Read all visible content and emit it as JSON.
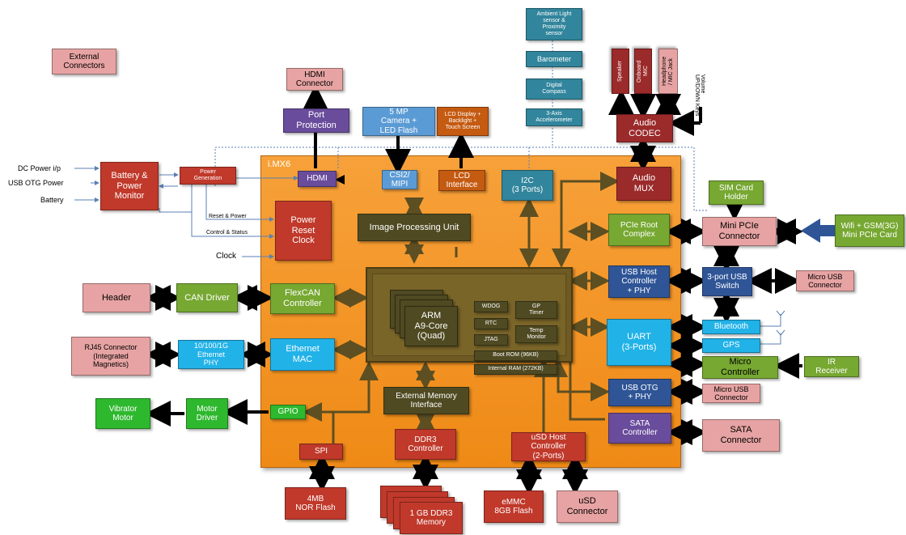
{
  "soc_title": "i.MX6",
  "labels": {
    "external_connectors": "External\nConnectors",
    "dc_power": "DC Power i/p",
    "usb_otg_power": "USB OTG Power",
    "battery": "Battery",
    "reset_power": "Reset & Power",
    "control_status": "Control & Status",
    "clock": "Clock",
    "volume_keys": "Volume\nUP/DOWN Keys"
  },
  "blocks": {
    "hdmi_connector": "HDMI\nConnector",
    "port_protection": "Port\nProtection",
    "hdmi": "HDMI",
    "camera": "5 MP\nCamera +\nLED Flash",
    "csi2": "CSI2/\nMIPI",
    "lcd_display": "LCD Display +\nBacklight +\nTouch Screen",
    "lcd_interface": "LCD\nInterface",
    "ambient_light": "Ambient Light\nsensor &\nProximity\nsensor",
    "barometer": "Barometer",
    "digital_compass": "Digital\nCompass",
    "accelerometer": "3-Axis\nAccelerometer",
    "i2c": "I2C\n(3 Ports)",
    "speaker": "Speaker",
    "onboard_mic": "Onboard\nMIC",
    "headphone": "Headphone\n/ MIC Jack",
    "audio_codec": "Audio\nCODEC",
    "audio_mux": "Audio\nMUX",
    "battery_power": "Battery &\nPower\nMonitor",
    "power_generation": "Power\nGeneration",
    "power_reset_clock": "Power\nReset\nClock",
    "ipu": "Image Processing Unit",
    "sim_card": "SIM Card\nHolder",
    "mini_pcie_connector": "Mini PCIe\nConnector",
    "wifi_gsm": "Wifi + GSM(3G)\nMini PCIe Card",
    "pcie_root": "PCIe Root\nComplex",
    "usb_host": "USB Host\nController\n+ PHY",
    "usb_switch": "3-port USB\nSwitch",
    "micro_usb_1": "Micro USB\nConnector",
    "header": "Header",
    "can_driver": "CAN Driver",
    "flexcan": "FlexCAN\nController",
    "arm_core": "ARM\nA9-Core\n(Quad)",
    "wdog": "WDOG",
    "gp_timer": "GP\nTimer",
    "rtc": "RTC",
    "jtag": "JTAG",
    "temp_monitor": "Temp\nMonitor",
    "boot_rom": "Boot ROM (96KB)",
    "internal_ram": "Internal RAM (272KB)",
    "bluetooth": "Bluetooth",
    "gps": "GPS",
    "uart": "UART\n(3-Ports)",
    "micro_controller": "Micro\nController",
    "ir_receiver": "IR\nReceiver",
    "rj45": "RJ45 Connector\n(Integrated\nMagnetics)",
    "ethernet_phy": "10/100/1G\nEthernet\nPHY",
    "ethernet_mac": "Ethernet\nMAC",
    "usb_otg": "USB OTG\n+ PHY",
    "micro_usb_2": "Micro USB\nConnector",
    "vibrator_motor": "Vibrator\nMotor",
    "motor_driver": "Motor\nDriver",
    "gpio": "GPIO",
    "external_memory": "External Memory\nInterface",
    "sata_controller": "SATA\nController",
    "sata_connector": "SATA\nConnector",
    "spi": "SPI",
    "ddr3_controller": "DDR3\nController",
    "usd_host": "uSD Host\nController\n(2-Ports)",
    "nor_flash": "4MB\nNOR Flash",
    "ddr3_memory": "1 GB DDR3\nMemory",
    "emmc": "eMMC\n8GB Flash",
    "usd_connector": "uSD\nConnector"
  },
  "colors": {
    "soc_orange": "#f39528",
    "pink": "#e7a3a3",
    "red": "#c0392b",
    "dark_red": "#9b2a2a",
    "purple": "#6a4c9c",
    "light_blue": "#5b9bd5",
    "orange_brown": "#c55a11",
    "teal": "#31859c",
    "olive_dark": "#4f4a22",
    "green": "#77a832",
    "blue": "#2f5597",
    "cyan": "#21b2e8",
    "bright_green": "#2eb82e"
  }
}
